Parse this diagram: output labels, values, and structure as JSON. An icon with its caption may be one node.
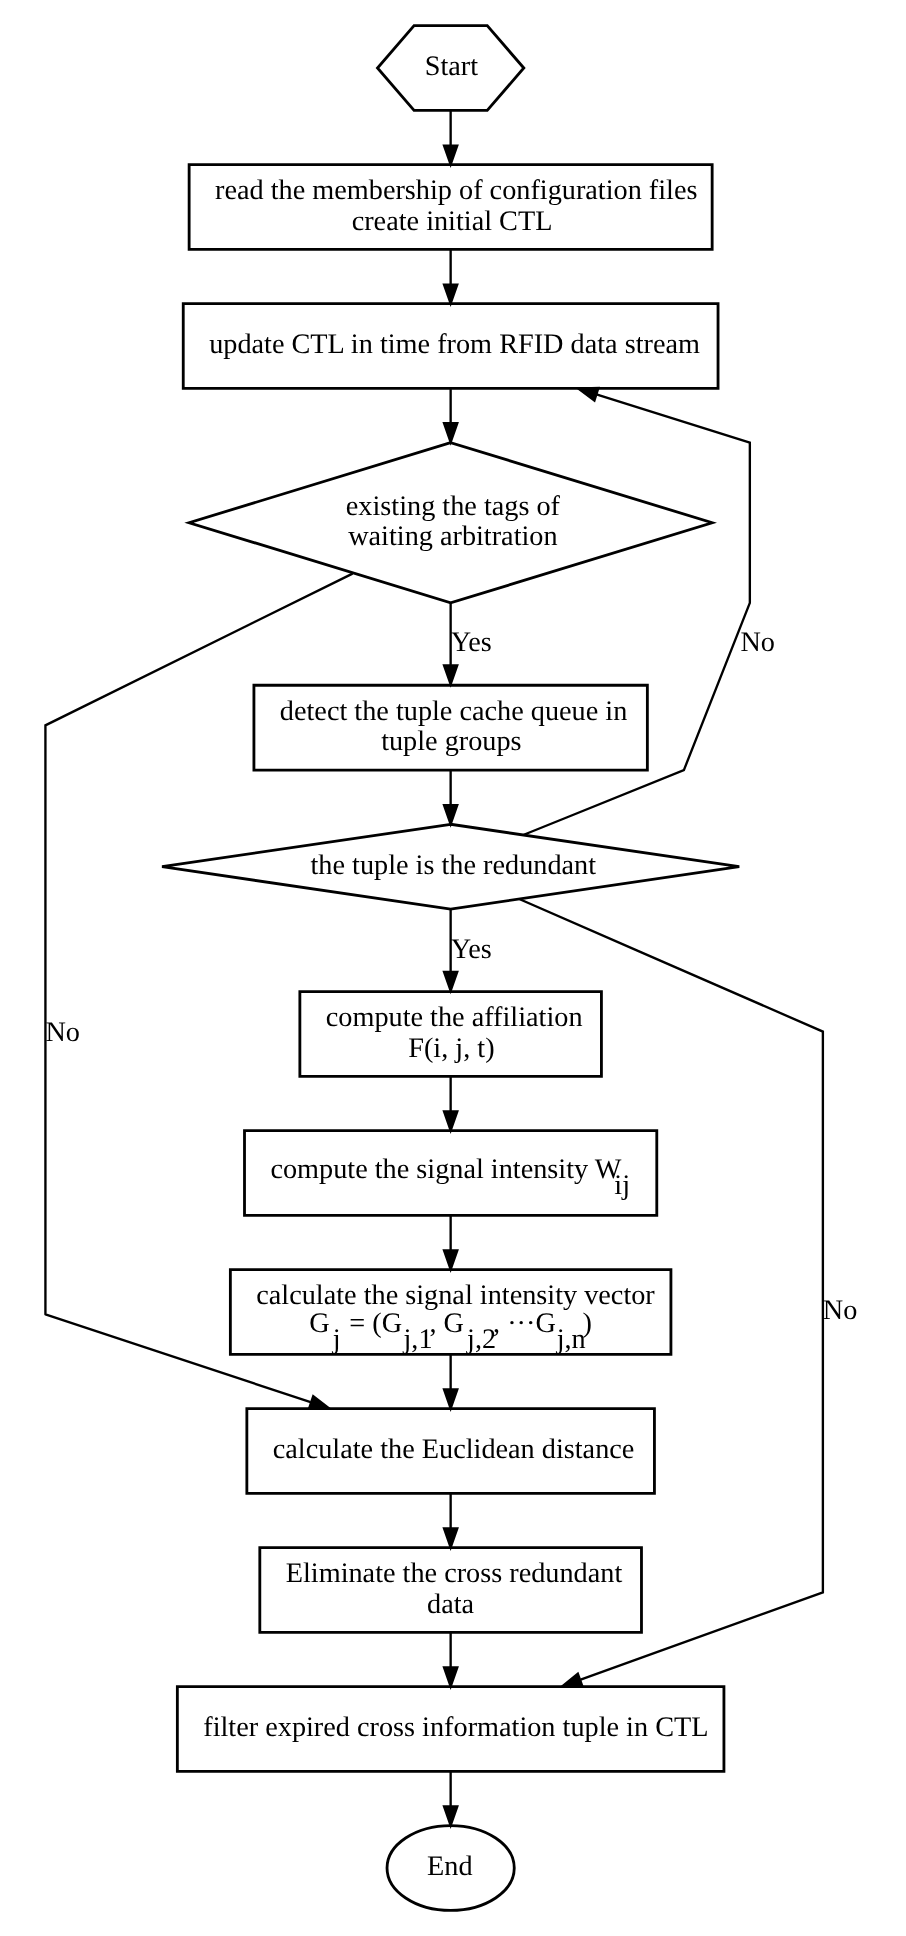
{
  "diagram": {
    "nodes": [
      {
        "text": [
          "Start"
        ]
      },
      {
        "text": [
          "read the membership of configuration files create initial CTL"
        ]
      },
      {
        "text": [
          "update CTL in time from RFID data stream"
        ]
      },
      {
        "text": [
          "existing the tags of waiting arbitration"
        ]
      },
      {
        "text": [
          "detect the tuple cache queue in tuple groups"
        ]
      },
      {
        "text": [
          "the tuple is the redundant"
        ]
      },
      {
        "text": [
          "compute the affiliation",
          "F(i, j, t)"
        ]
      },
      {
        "text": [
          "compute the signal intensity W$_{ij}$"
        ]
      },
      {
        "text": [
          "calculate the signal intensity vector",
          "G$_{j}$ = (G$_{j,1}$, G$_{j,2}$, ···G$_{j,n}$)"
        ]
      },
      {
        "text": [
          "calculate the Euclidean distance"
        ]
      },
      {
        "text": [
          "Eliminate the cross redundant data"
        ]
      },
      {
        "text": [
          "filter expired cross information tuple in CTL"
        ]
      },
      {
        "text": [
          "End"
        ]
      }
    ],
    "edges": [
      {
        "from": 0,
        "to": 1,
        "arrow": "to"
      },
      {
        "from": 1,
        "to": 2,
        "arrow": "to"
      },
      {
        "from": 2,
        "to": 3,
        "arrow": "to"
      },
      {
        "from": 3,
        "to": 4,
        "arrow": "to",
        "label": "Yes"
      },
      {
        "from": 3,
        "to": 9,
        "arrow": "to",
        "label": "No"
      },
      {
        "from": 4,
        "to": 5,
        "arrow": "to"
      },
      {
        "from": 5,
        "to": 6,
        "arrow": "to",
        "label": "Yes"
      },
      {
        "from": 5,
        "to": 11,
        "arrow": "to",
        "label": "No"
      },
      {
        "from": 5,
        "to": 2,
        "arrow": "to",
        "label": "No"
      },
      {
        "from": 6,
        "to": 7,
        "arrow": "to"
      },
      {
        "from": 7,
        "to": 8,
        "arrow": "to"
      },
      {
        "from": 8,
        "to": 9,
        "arrow": "to"
      },
      {
        "from": 9,
        "to": 10,
        "arrow": "to"
      },
      {
        "from": 10,
        "to": 11,
        "arrow": "to"
      },
      {
        "from": 11,
        "to": 12,
        "arrow": "to"
      }
    ]
  }
}
